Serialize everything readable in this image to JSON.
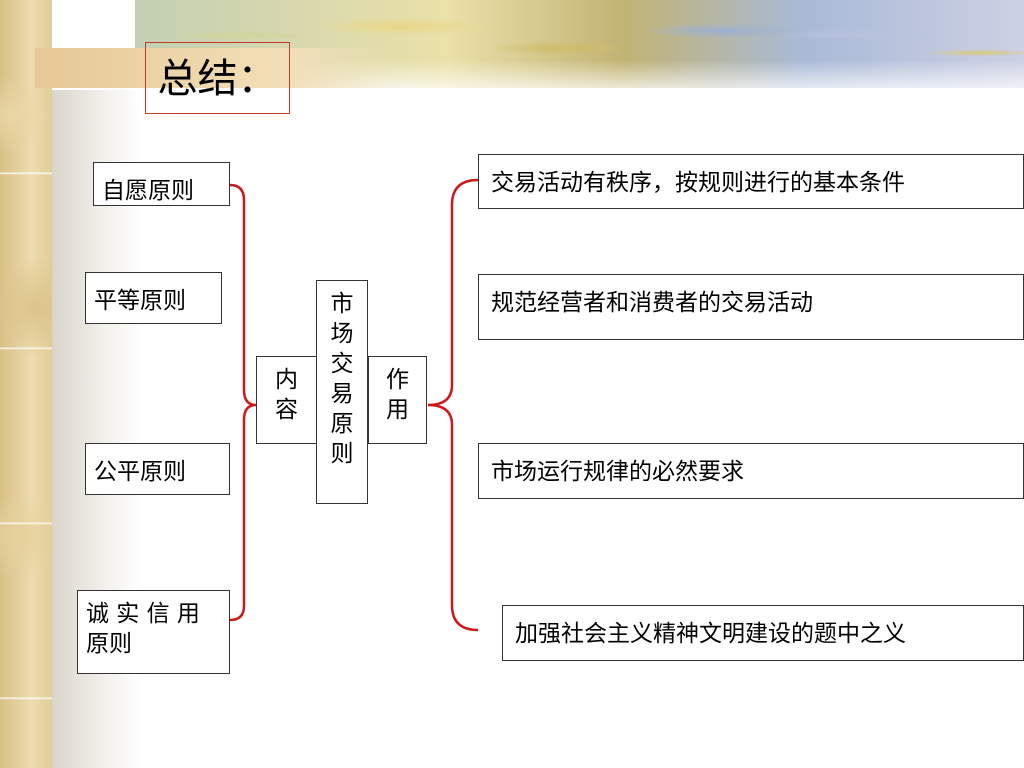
{
  "title": "总结：",
  "center": {
    "label": "市场交易原则"
  },
  "left_connector": "内容",
  "right_connector": "作用",
  "left_items": [
    "自愿原则",
    "平等原则",
    "公平原则",
    "诚 实 信 用 原则"
  ],
  "right_items": [
    "交易活动有秩序，按规则进行的基本条件",
    "规范经营者和消费者的交易活动",
    "市场运行规律的必然要求",
    "加强社会主义精神文明建设的题中之义"
  ],
  "colors": {
    "bracket": "#cc1a1a",
    "border": "#333333"
  }
}
